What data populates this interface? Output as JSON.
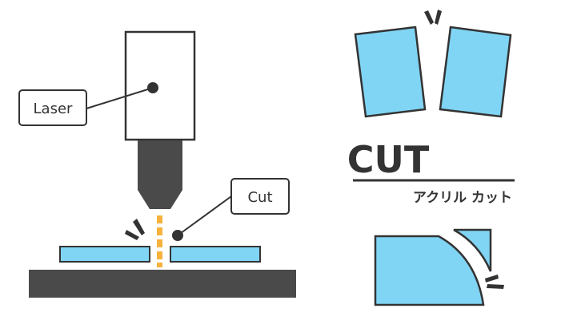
{
  "diagram": {
    "callouts": {
      "laser": {
        "label": "Laser"
      },
      "cut": {
        "label": "Cut"
      }
    },
    "title": "CUT",
    "subtitle": "アクリル カット"
  },
  "colors": {
    "outline": "#333333",
    "head_dark": "#4a4a4a",
    "base_dark": "#4a4a4a",
    "acrylic": "#80d4f4",
    "beam": "#f7b23b",
    "background": "#ffffff"
  },
  "icons": {
    "spark": "spark-lines-icon"
  }
}
